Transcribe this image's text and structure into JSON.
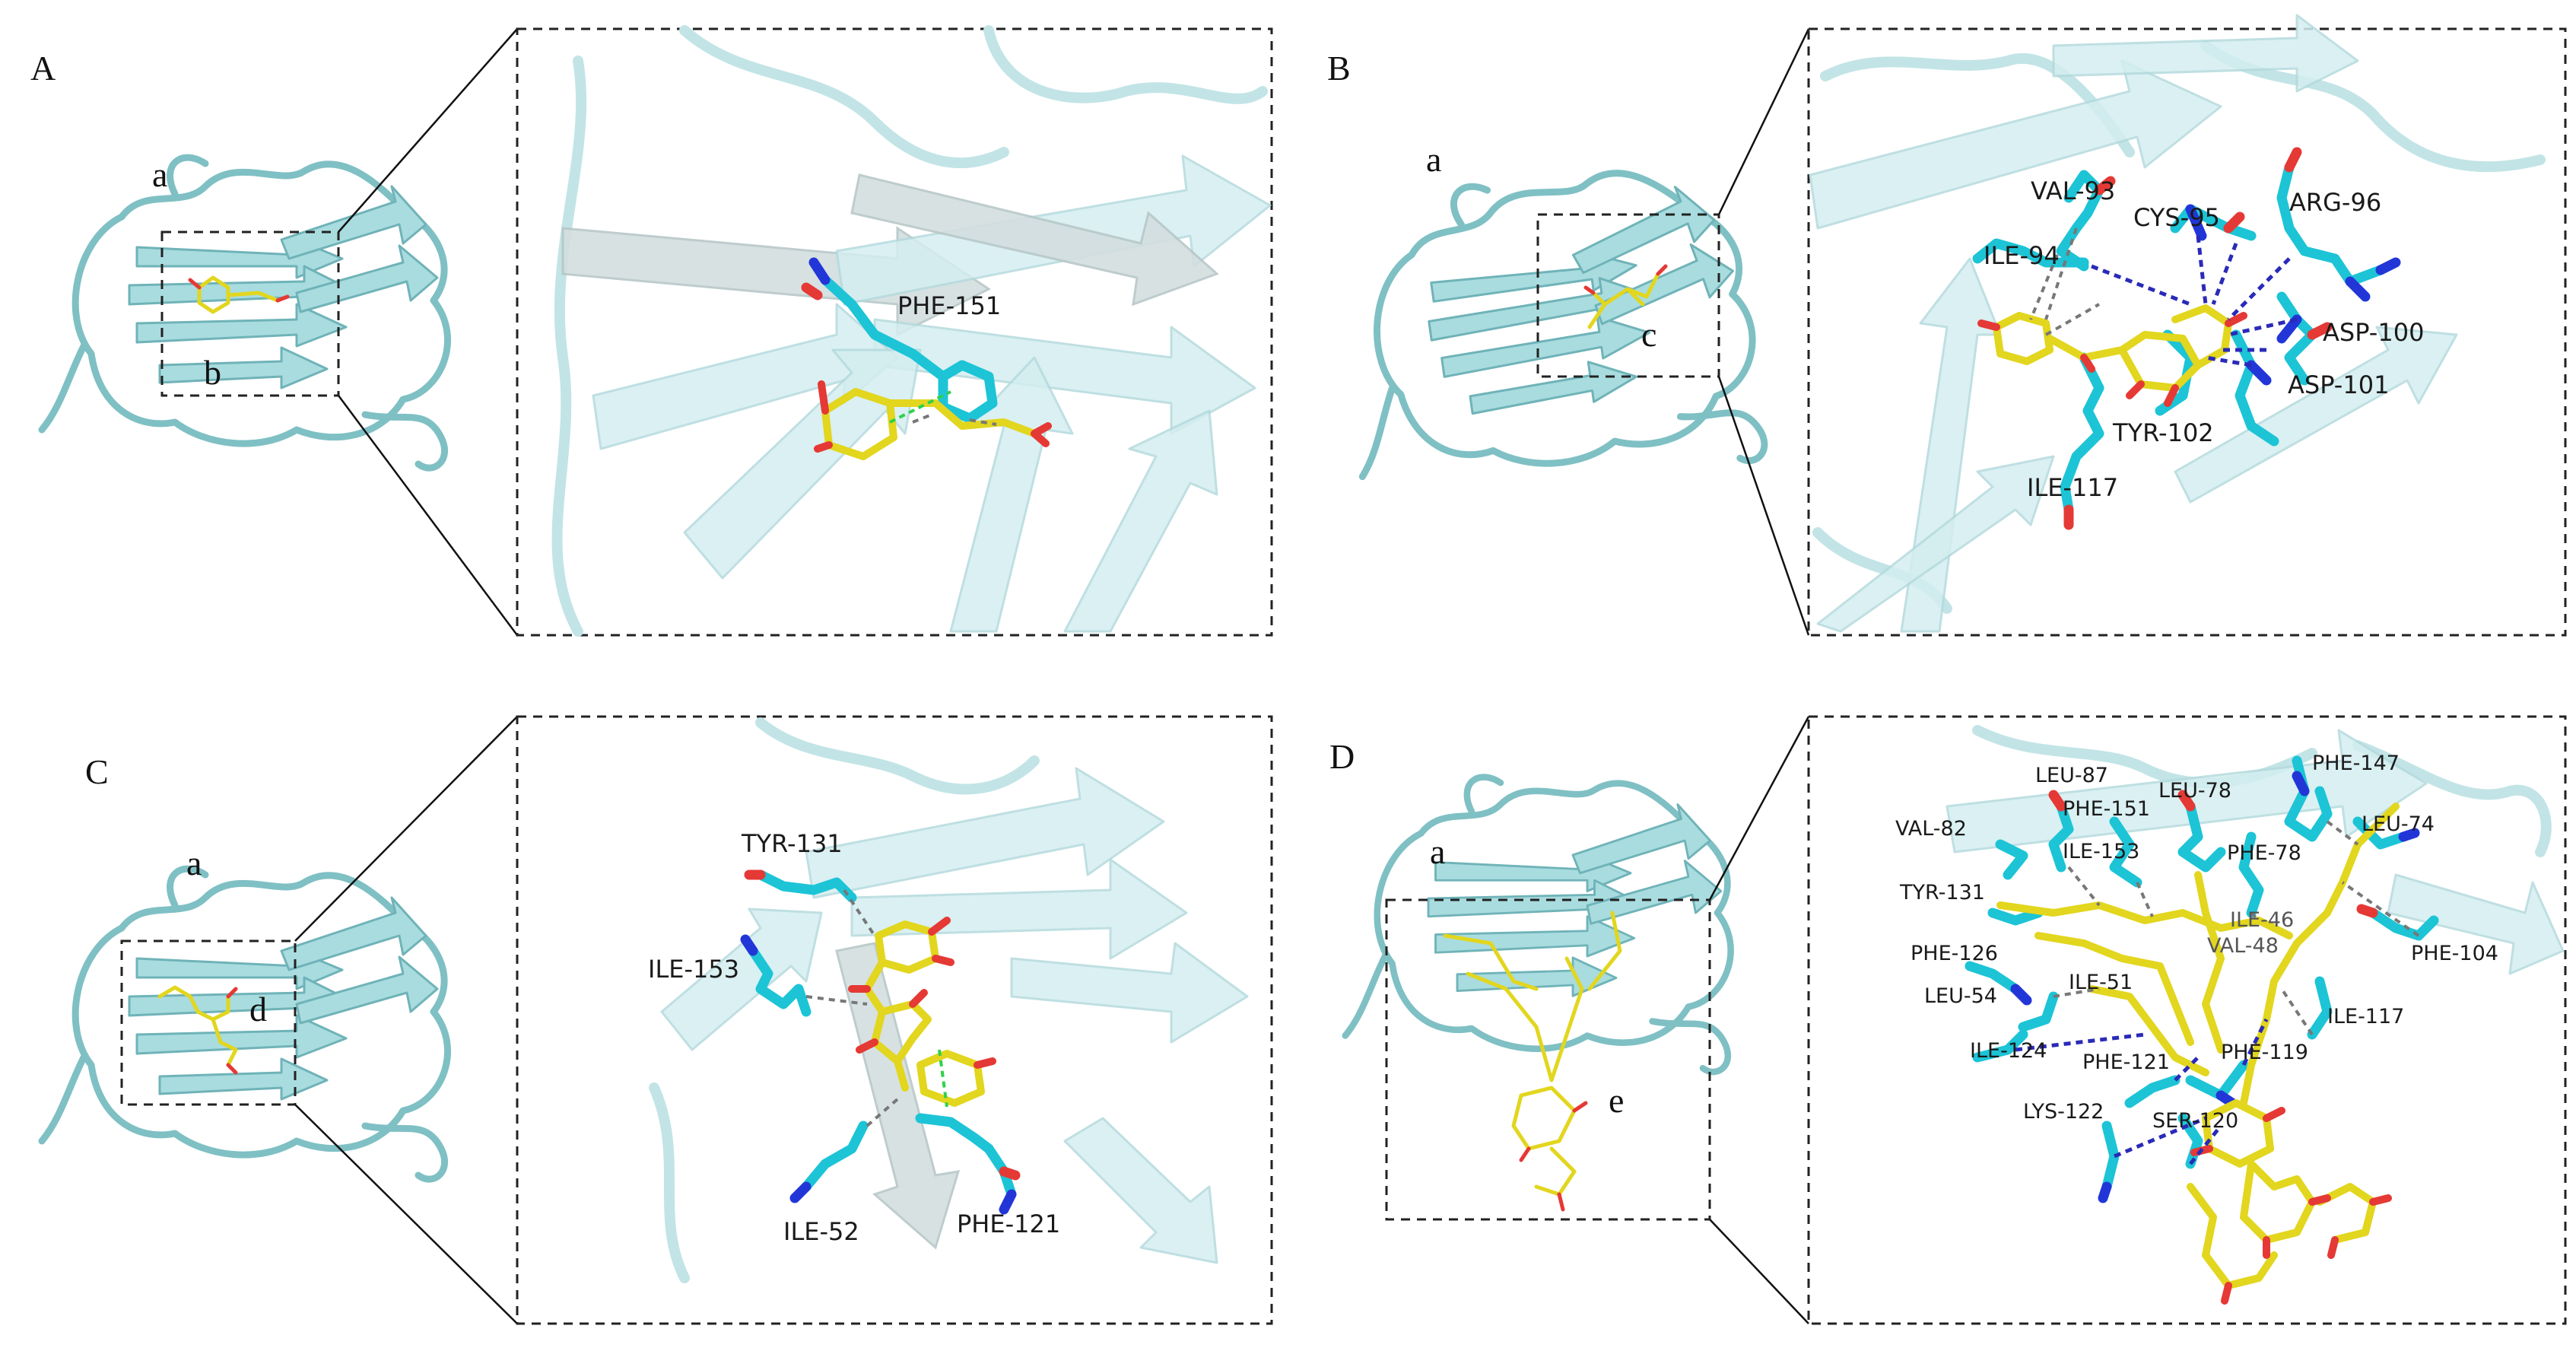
{
  "panels": [
    {
      "letter": "A",
      "overview_labels": [
        "a",
        "b"
      ],
      "residues": [
        "PHE-151"
      ]
    },
    {
      "letter": "B",
      "overview_labels": [
        "a",
        "c"
      ],
      "residues": [
        "VAL-93",
        "CYS-95",
        "ARG-96",
        "ILE-94",
        "ASP-100",
        "ASP-101",
        "TYR-102",
        "ILE-117"
      ]
    },
    {
      "letter": "C",
      "overview_labels": [
        "a",
        "d"
      ],
      "residues": [
        "TYR-131",
        "ILE-153",
        "ILE-52",
        "PHE-121"
      ]
    },
    {
      "letter": "D",
      "overview_labels": [
        "a",
        "e"
      ],
      "residues": [
        "LEU-87",
        "PHE-151",
        "LEU-78",
        "PHE-147",
        "LEU-74",
        "VAL-82",
        "ILE-153",
        "PHE-78",
        "TYR-131",
        "ILE-46",
        "VAL-48",
        "PHE-126",
        "PHE-104",
        "ILE-51",
        "LEU-54",
        "ILE-117",
        "ILE-124",
        "PHE-121",
        "PHE-119",
        "LYS-122",
        "SER-120"
      ]
    }
  ],
  "colors": {
    "protein_cartoon": "#a9dcdf",
    "protein_edge": "#6fb3b8",
    "ligand_carbon": "#e2d61e",
    "residue_carbon": "#1cc4d6",
    "oxygen": "#e53935",
    "nitrogen": "#2236d8",
    "interaction_dash": "#777777",
    "hbond_dash": "#2a2ab8",
    "pi_stack_dash": "#2fd14a"
  }
}
